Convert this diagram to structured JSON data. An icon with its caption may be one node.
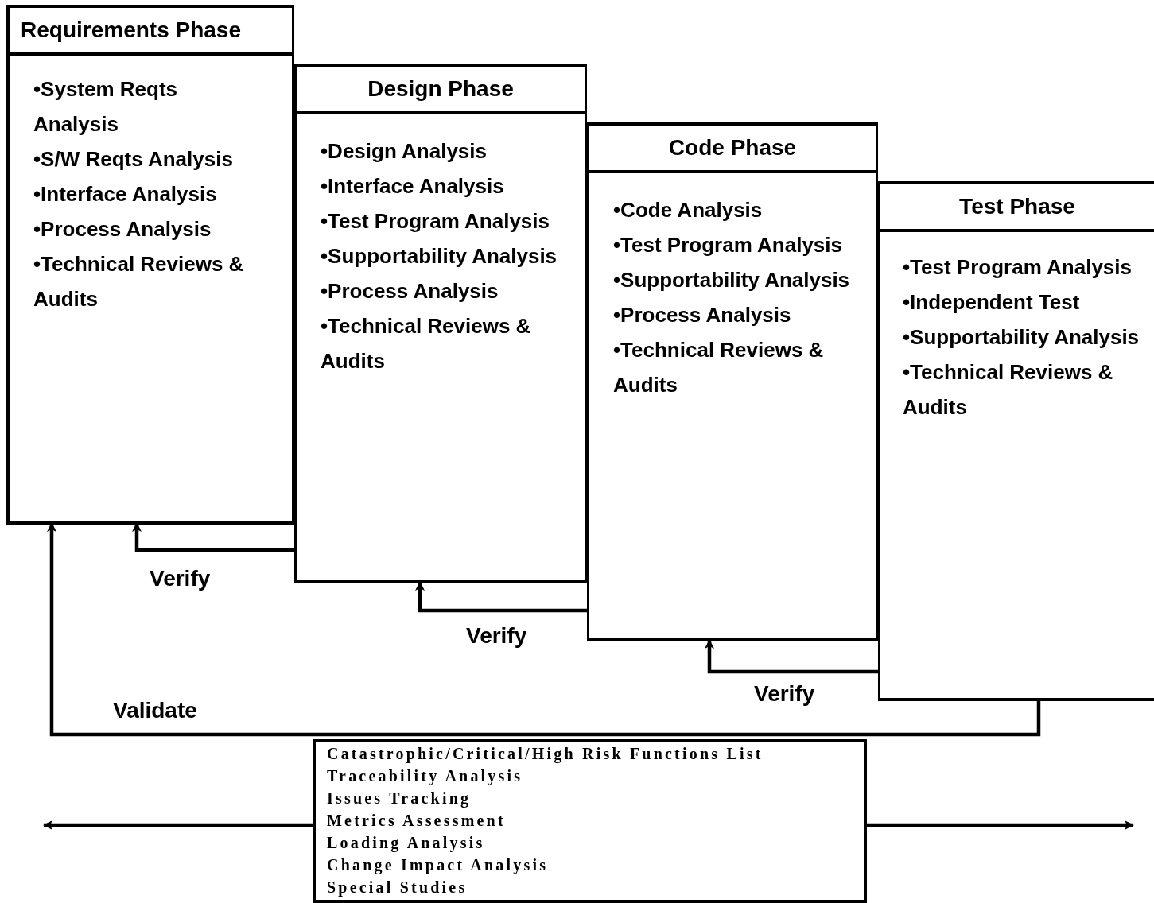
{
  "diagram": {
    "nodes": [
      {
        "text": [
          "Requirements Phase",
          "•System Reqts Analysis",
          "•S/W Reqts Analysis",
          "•Interface Analysis",
          "•Process Analysis",
          "•Technical Reviews & Audits"
        ]
      },
      {
        "text": [
          "Design Phase",
          "•Design Analysis",
          "•Interface Analysis",
          "•Test Program Analysis",
          "•Supportability Analysis",
          "•Process Analysis",
          "•Technical Reviews & Audits"
        ]
      },
      {
        "text": [
          "Code Phase",
          "•Code Analysis",
          "•Test Program Analysis",
          "•Supportability Analysis",
          "•Process Analysis",
          "•Technical Reviews & Audits"
        ]
      },
      {
        "text": [
          "Test Phase",
          "•Test Program Analysis",
          "•Independent Test",
          "•Supportability Analysis",
          "•Technical Reviews & Audits"
        ]
      },
      {
        "text": [
          "Catastrophic/Critical/High Risk Functions List",
          "Traceability Analysis",
          "Issues Tracking",
          "Metrics Assessment",
          "Loading Analysis",
          "Change Impact Analysis",
          "Special Studies"
        ]
      }
    ],
    "edges": [
      {
        "from": 1,
        "to": 0,
        "arrow": "to",
        "label": "Verify"
      },
      {
        "from": 2,
        "to": 1,
        "arrow": "to",
        "label": "Verify"
      },
      {
        "from": 3,
        "to": 2,
        "arrow": "to",
        "label": "Verify"
      },
      {
        "from": 3,
        "to": 0,
        "arrow": "to",
        "label": "Validate"
      },
      {
        "from": 4,
        "to": null,
        "arrow": "to"
      },
      {
        "from": 4,
        "to": null,
        "arrow": "to"
      }
    ]
  }
}
